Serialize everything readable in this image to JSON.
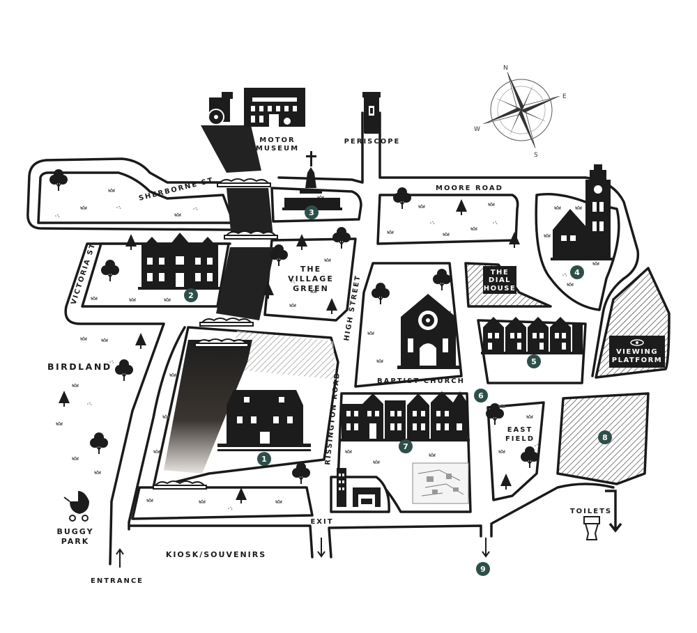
{
  "colors": {
    "ink": "#1a1a1a",
    "marker": "#2d4f49",
    "sign_bg": "#1c1c1c",
    "sign_text": "#ffffff"
  },
  "compass": {
    "n": "N",
    "e": "E",
    "s": "S",
    "w": "W"
  },
  "roads": {
    "sherborne": "SHERBORNE ST",
    "moore": "MOORE ROAD",
    "victoria": "VICTORIA ST",
    "high": "HIGH STREET",
    "rissington": "RISSINGTON ROAD"
  },
  "places": {
    "motor_museum_1": "MOTOR",
    "motor_museum_2": "MUSEUM",
    "periscope": "PERISCOPE",
    "village_green_1": "THE",
    "village_green_2": "VILLAGE",
    "village_green_3": "GREEN",
    "dial_house_1": "THE",
    "dial_house_2": "DIAL",
    "dial_house_3": "HOUSE",
    "viewing_platform_1": "VIEWING",
    "viewing_platform_2": "PLATFORM",
    "birdland": "BIRDLAND",
    "baptist_church": "BAPTIST CHURCH",
    "east_field_1": "EAST",
    "east_field_2": "FIELD",
    "toilets": "TOILETS",
    "buggy_park_1": "BUGGY",
    "buggy_park_2": "PARK",
    "exit": "EXIT",
    "kiosk": "KIOSK/SOUVENIRS",
    "entrance": "ENTRANCE",
    "museum_sign": "MOTOR MUSEUM"
  },
  "markers": [
    "1",
    "2",
    "3",
    "4",
    "5",
    "6",
    "7",
    "8",
    "9"
  ]
}
